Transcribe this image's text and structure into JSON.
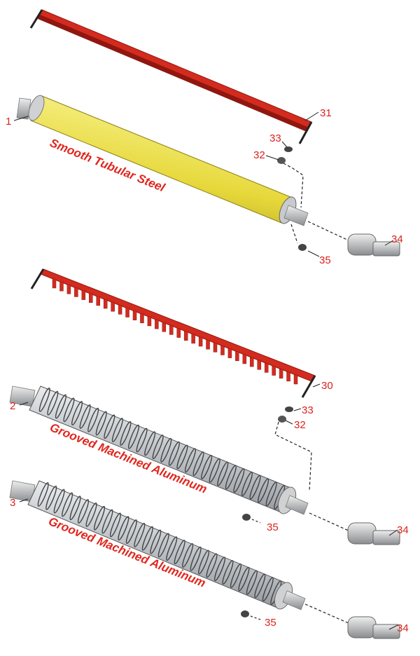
{
  "colors": {
    "scraper_red": "#d42b1f",
    "scraper_dark": "#8f1710",
    "steel_yellow": "#e6d83a",
    "aluminum": "#b9bcbf",
    "label_red": "#e0261d",
    "callout_red": "#d9231d"
  },
  "callouts": {
    "n1": "1",
    "n2": "2",
    "n3": "3",
    "n30": "30",
    "n31": "31",
    "n32a": "32",
    "n32b": "32",
    "n33a": "33",
    "n33b": "33",
    "n34a": "34",
    "n34b": "34",
    "n34c": "34",
    "n35a": "35",
    "n35b": "35",
    "n35c": "35"
  },
  "roller_labels": {
    "smooth": "Smooth Tubular Steel",
    "grooved_2": "Grooved Machined Aluminum",
    "grooved_3": "Grooved Machined Aluminum"
  }
}
